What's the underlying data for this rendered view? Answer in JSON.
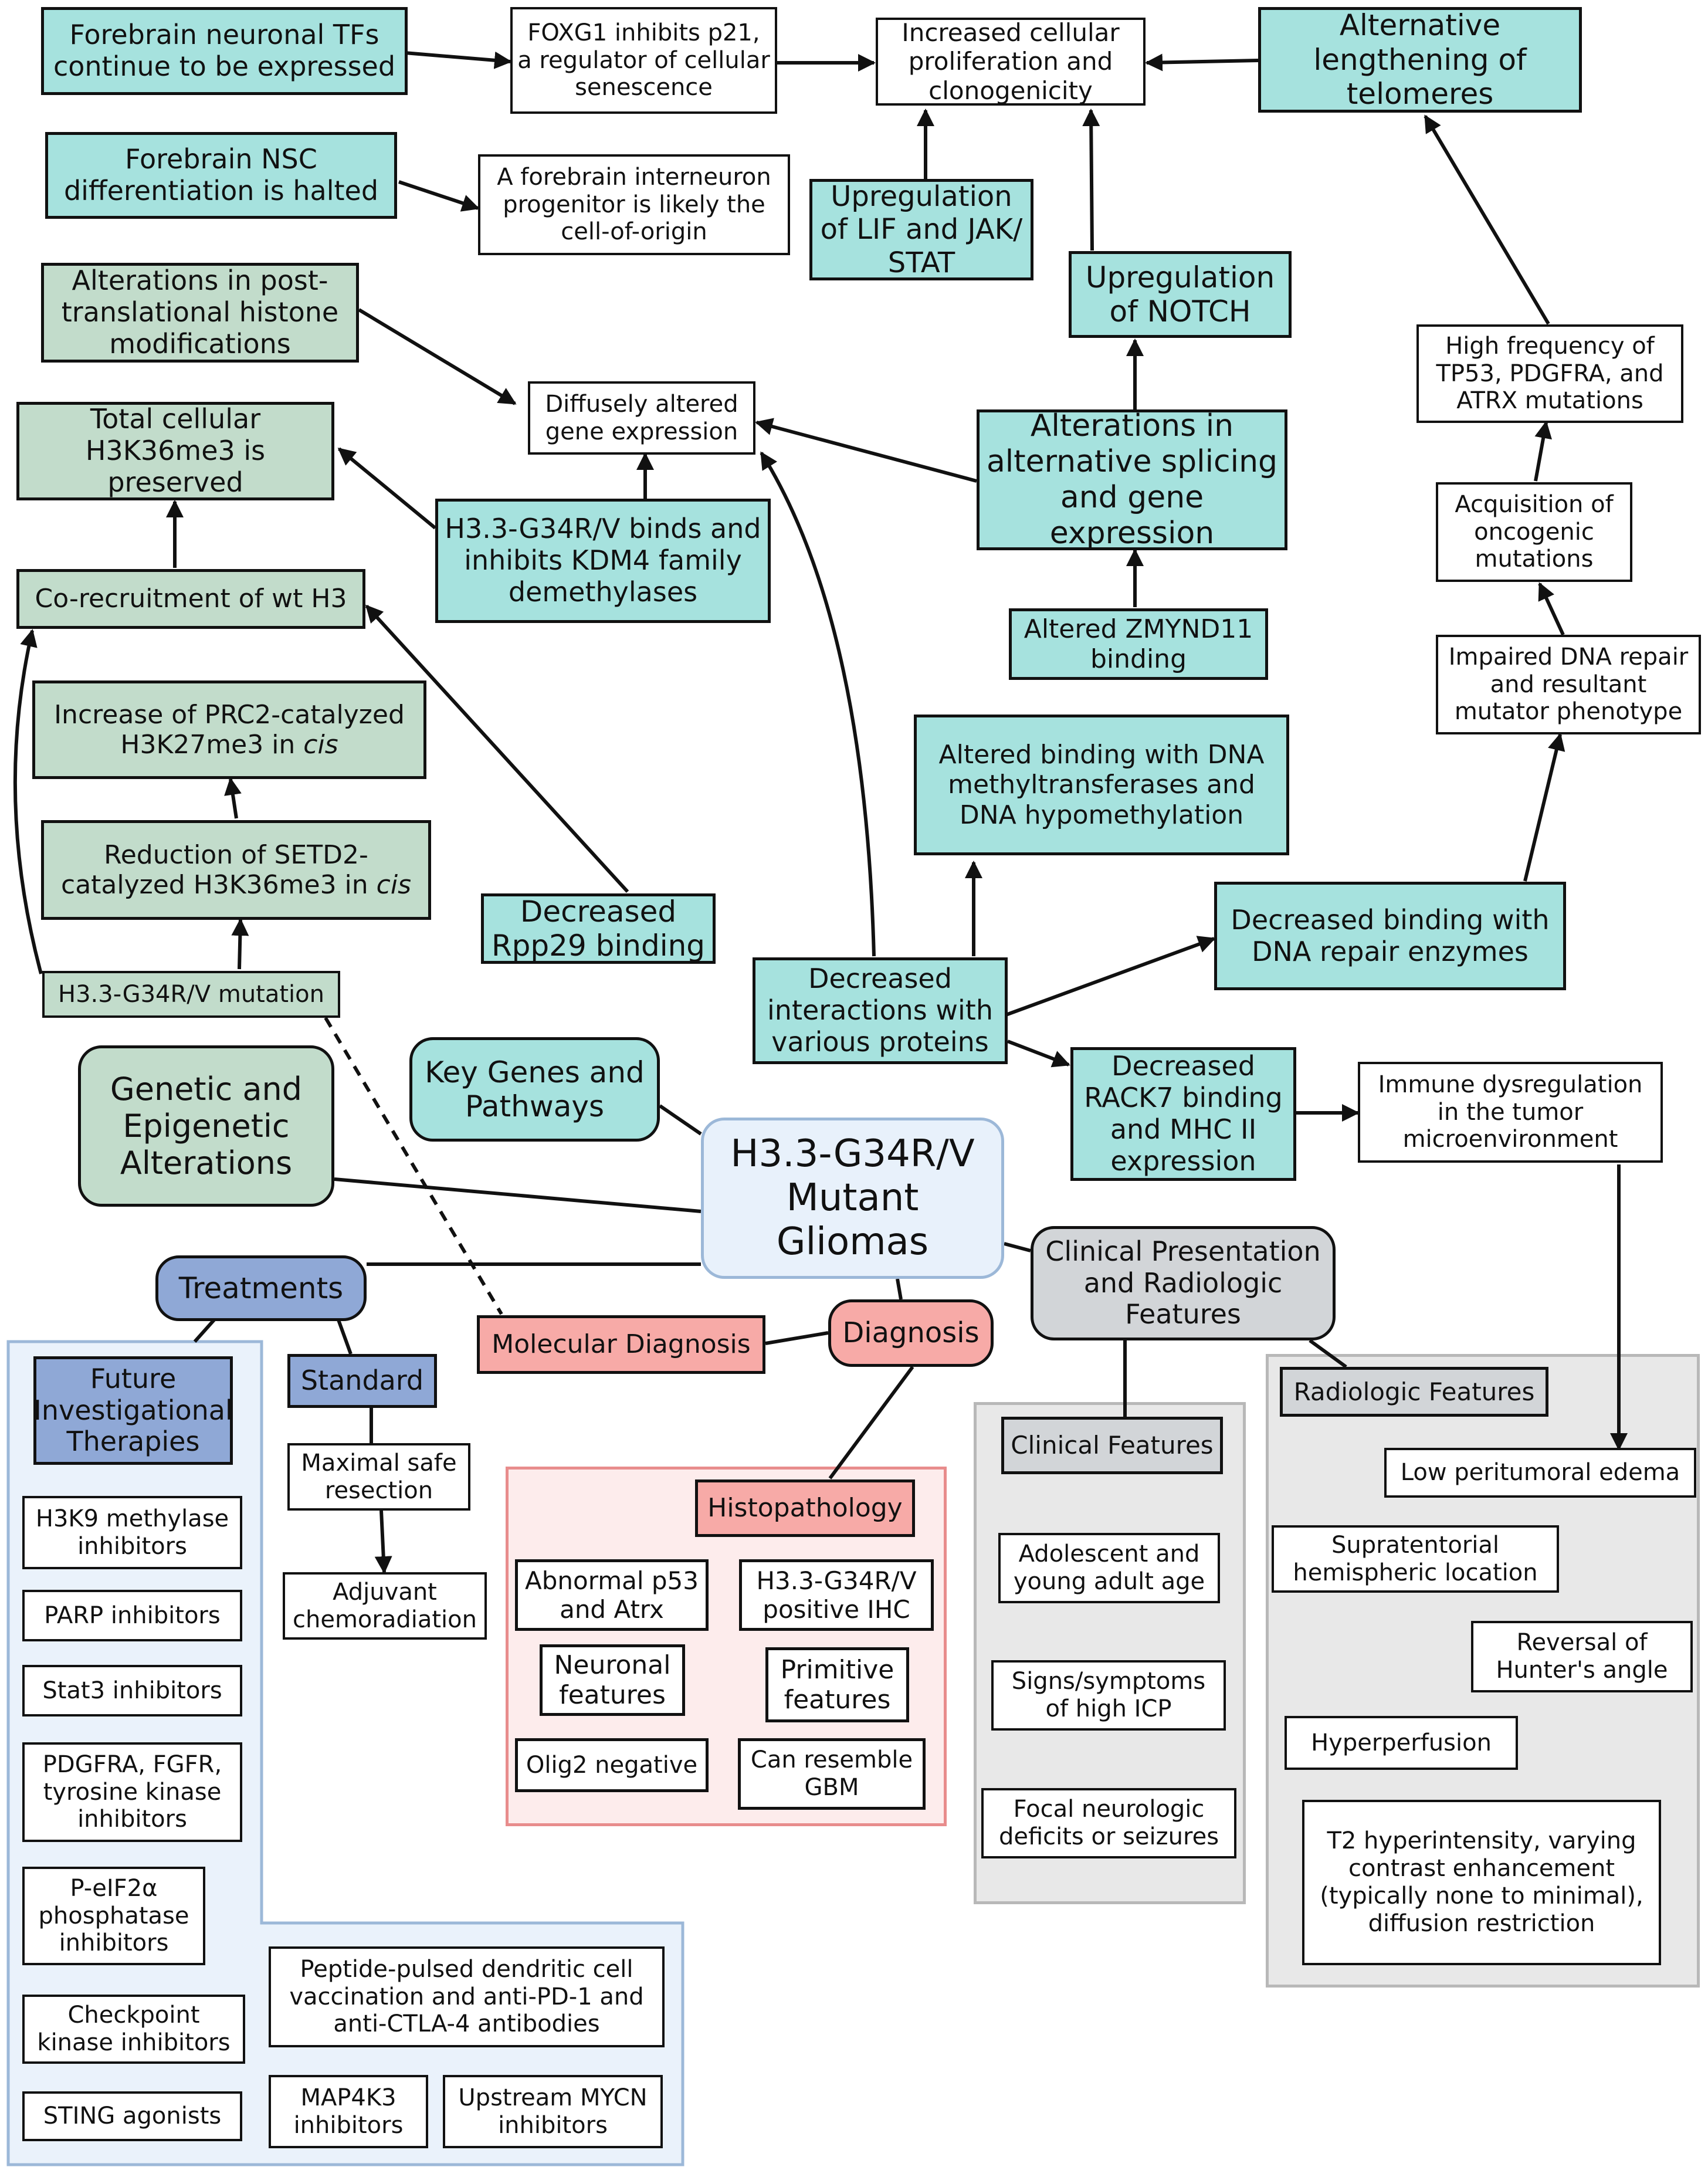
{
  "colors": {
    "teal": "#a6e2de",
    "sage": "#c2dccb",
    "pink": "#f7aaa7",
    "blue": "#8fa8d6",
    "grey": "#d2d5d8",
    "centre_fill": "#e8f1fb",
    "centre_border": "#9cb8d8"
  },
  "centre": {
    "title": "H3.3-G34R/V Mutant Gliomas"
  },
  "nodes": {
    "forebrain_tfs": "Forebrain neuronal TFs continue to be expressed",
    "foxg1": "FOXG1 inhibits p21, a regulator of cellular senescence",
    "increased_prolif": "Increased cellular proliferation and clonogenicity",
    "alt_telomeres": "Alternative lengthening of telomeres",
    "nsc_halted": "Forebrain NSC differentiation is halted",
    "interneuron_progenitor": "A forebrain interneuron progenitor is likely the cell-of-origin",
    "lif_jak_stat": "Upregulation of LIF and JAK/ STAT",
    "notch": "Upregulation of NOTCH",
    "histone_mods": "Alterations in post-translational histone modifications",
    "diffuse_expression": "Diffusely altered gene expression",
    "high_freq_mutations": "High frequency of TP53, PDGFRA, and ATRX mutations",
    "h3k36me3_preserved": "Total cellular H3K36me3 is preserved",
    "kdm4": "H3.3-G34R/V binds and inhibits KDM4 family demethylases",
    "alt_splicing": "Alterations in alternative splicing and gene expression",
    "oncogenic_mutations": "Acquisition of oncogenic mutations",
    "corecruitment": "Co-recruitment of wt H3",
    "zmynd11": "Altered ZMYND11 binding",
    "impaired_dna_repair": "Impaired DNA repair and resultant mutator phenotype",
    "prc2_prefix": "Increase of PRC2-catalyzed H3K27me3 in ",
    "prc2_italic": "cis",
    "dnmt": "Altered binding with DNA methyltransferases and DNA hypomethylation",
    "setd2_prefix": "Reduction of SETD2-catalyzed H3K36me3 in ",
    "setd2_italic": "cis",
    "rpp29": "Decreased Rpp29 binding",
    "dna_repair_enzymes": "Decreased binding with DNA repair enzymes",
    "decreased_interactions": "Decreased interactions with various proteins",
    "g34_mutation": "H3.3-G34R/V mutation",
    "genetic_epigenetic": "Genetic and Epigenetic Alterations",
    "key_genes": "Key Genes and Pathways",
    "rack7": "Decreased RACK7 binding and MHC II expression",
    "immune_dysregulation": "Immune dysregulation in the tumor microenvironment",
    "treatments": "Treatments",
    "clinical_presentation": "Clinical Presentation and Radiologic Features",
    "diagnosis": "Diagnosis",
    "molecular_diagnosis": "Molecular Diagnosis",
    "future_therapies": "Future Investigational Therapies",
    "standard": "Standard",
    "radiologic_features": "Radiologic Features",
    "clinical_features": "Clinical Features",
    "max_resection": "Maximal safe resection",
    "adjuvant": "Adjuvant chemoradiation",
    "histopathology": "Histopathology",
    "low_edema": "Low peritumoral edema",
    "h3k9": "H3K9 methylase inhibitors",
    "parp": "PARP inhibitors",
    "stat3": "Stat3 inhibitors",
    "pdgfra_fgfr": "PDGFRA, FGFR, tyrosine kinase inhibitors",
    "peif2a": "P-eIF2α phosphatase inhibitors",
    "checkpoint": "Checkpoint kinase inhibitors",
    "sting": "STING agonists",
    "peptide_vaccination": "Peptide-pulsed dendritic cell vaccination and anti-PD-1 and anti-CTLA-4 antibodies",
    "map4k3": "MAP4K3 inhibitors",
    "mycn": "Upstream MYCN inhibitors",
    "abnormal_p53": "Abnormal p53 and Atrx",
    "positive_ihc": "H3.3-G34R/V positive IHC",
    "neuronal_features": "Neuronal features",
    "primitive_features": "Primitive features",
    "olig2_negative": "Olig2 negative",
    "resemble_gbm": "Can resemble GBM",
    "adolescent": "Adolescent and young adult age",
    "high_icp": "Signs/symptoms of high ICP",
    "focal_deficits": "Focal neurologic deficits or seizures",
    "supratentorial": "Supratentorial hemispheric location",
    "hunters_angle": "Reversal of Hunter's angle",
    "hyperperfusion": "Hyperperfusion",
    "t2_hyperintensity": "T2 hyperintensity, varying contrast enhancement (typically none to minimal), diffusion restriction"
  }
}
